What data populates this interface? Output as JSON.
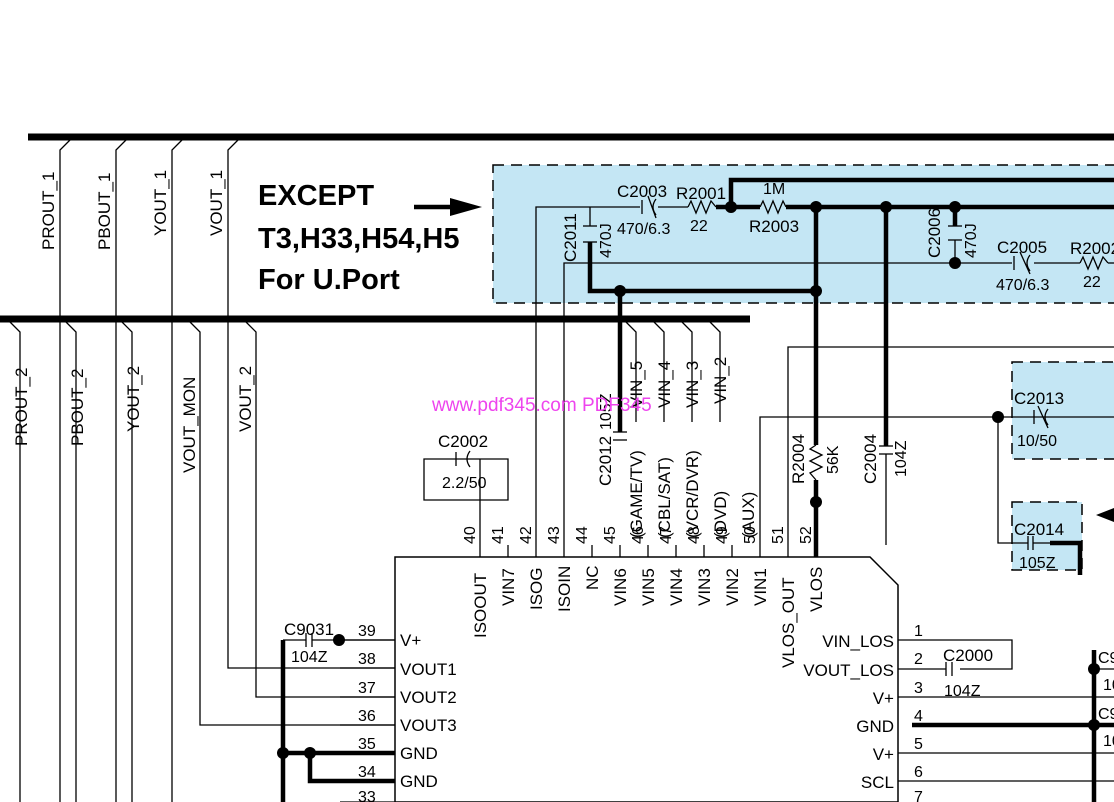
{
  "bus_top_labels": [
    "PROUT_1",
    "PBOUT_1",
    "YOUT_1",
    "VOUT_1"
  ],
  "bus_bottom_labels": [
    "PROUT_2",
    "PBOUT_2",
    "YOUT_2",
    "VOUT_MON",
    "VOUT_2"
  ],
  "note": {
    "line1": "EXCEPT",
    "line2": "T3,H33,H54,H5",
    "line3": "For U.Port"
  },
  "components": {
    "c2003": {
      "ref": "C2003",
      "value": "470/6.3"
    },
    "r2001": {
      "ref": "R2001",
      "value": "22"
    },
    "r2003": {
      "ref": "R2003",
      "value": "1M"
    },
    "c2011": {
      "ref": "C2011",
      "value": "470J"
    },
    "c2006": {
      "ref": "C2006",
      "value": "470J"
    },
    "c2005": {
      "ref": "C2005",
      "value": "470/6.3"
    },
    "r2002": {
      "ref": "R2002",
      "value": "22"
    },
    "c2013": {
      "ref": "C2013",
      "value": "10/50"
    },
    "c2014": {
      "ref": "C2014",
      "value": "105Z"
    },
    "c2002": {
      "ref": "C2002",
      "value": "2.2/50"
    },
    "c2012": {
      "ref": "C2012",
      "value": "105Z"
    },
    "r2004": {
      "ref": "R2004",
      "value": "56K"
    },
    "c2004": {
      "ref": "C2004",
      "value": "104Z"
    },
    "c9031": {
      "ref": "C9031",
      "value": "104Z"
    },
    "c2000": {
      "ref": "C2000",
      "value": "104Z"
    }
  },
  "top_pins": [
    {
      "num": "40",
      "name": "ISOOUT",
      "net": ""
    },
    {
      "num": "41",
      "name": "VIN7",
      "net": ""
    },
    {
      "num": "42",
      "name": "ISOG",
      "net": ""
    },
    {
      "num": "43",
      "name": "ISOIN",
      "net": ""
    },
    {
      "num": "44",
      "name": "NC",
      "net": ""
    },
    {
      "num": "45",
      "name": "VIN6",
      "net": ""
    },
    {
      "num": "46",
      "name": "VIN5",
      "net": "(GAME/TV)"
    },
    {
      "num": "47",
      "name": "VIN4",
      "net": "(CBL/SAT)"
    },
    {
      "num": "48",
      "name": "VIN3",
      "net": "(VCR/DVR)"
    },
    {
      "num": "49",
      "name": "VIN2",
      "net": "(DVD)"
    },
    {
      "num": "50",
      "name": "VIN1",
      "net": "(AUX)"
    },
    {
      "num": "51",
      "name": "VLOS_OUT",
      "net": ""
    },
    {
      "num": "52",
      "name": "VLOS",
      "net": ""
    }
  ],
  "vin_wire_labels": [
    "VIN_5",
    "VIN_4",
    "VIN_3",
    "VIN_2"
  ],
  "left_pins": [
    {
      "num": "39",
      "name": "V+"
    },
    {
      "num": "38",
      "name": "VOUT1"
    },
    {
      "num": "37",
      "name": "VOUT2"
    },
    {
      "num": "36",
      "name": "VOUT3"
    },
    {
      "num": "35",
      "name": "GND"
    },
    {
      "num": "34",
      "name": "GND"
    },
    {
      "num": "33",
      "name": ""
    }
  ],
  "right_pins": [
    {
      "num": "1",
      "name": "VIN_LOS"
    },
    {
      "num": "2",
      "name": "VOUT_LOS"
    },
    {
      "num": "3",
      "name": "V+"
    },
    {
      "num": "4",
      "name": "GND"
    },
    {
      "num": "5",
      "name": "V+"
    },
    {
      "num": "6",
      "name": "SCL"
    },
    {
      "num": "7",
      "name": ""
    }
  ],
  "edge_labels": [
    "C9",
    "10",
    "C9",
    "10"
  ],
  "watermark": "www.pdf345.com PDF345",
  "colors": {
    "highlight": "#c4e6f4",
    "watermark": "#ee44ee",
    "wire": "#000000"
  }
}
